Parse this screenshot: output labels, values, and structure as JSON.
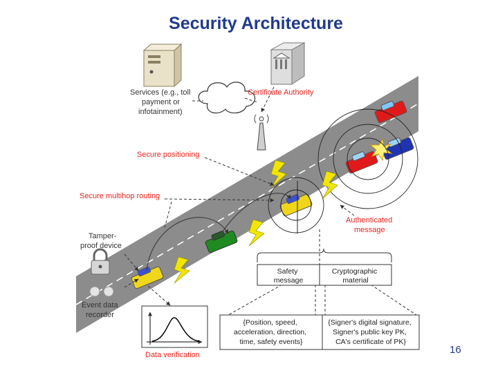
{
  "slide": {
    "title": "Security Architecture",
    "page_number": "16"
  },
  "labels": {
    "services": [
      "Services (e.g., toll",
      "payment or",
      "infotainment)"
    ],
    "certificate_authority": "Certificate Authority",
    "secure_positioning": "Secure positioning",
    "secure_multihop_routing": "Secure multihop routing",
    "tamper_proof_device": [
      "Tamper-",
      "proof device"
    ],
    "event_data_recorder": [
      "Event data",
      "recorder"
    ],
    "authenticated_message": [
      "Authenticated",
      "message"
    ],
    "data_verification": "Data verification"
  },
  "message_structure": {
    "safety_message": [
      "Safety",
      "message"
    ],
    "cryptographic_material": [
      "Cryptographic",
      "material"
    ],
    "safety_details": [
      "{Position, speed,",
      "acceleration, direction,",
      "time, safety events}"
    ],
    "crypto_details": [
      "{Signer's digital signature,",
      "Signer's public key PK,",
      "CA's certificate of PK}"
    ]
  },
  "colors": {
    "title": "#1f3a8a",
    "label_red": "#e8241c",
    "road": "#8a8a8a",
    "lightning": "#f2e600"
  },
  "icons": [
    "server-icon",
    "bank-building-icon",
    "cloud-icon",
    "antenna-icon",
    "padlock-icon",
    "graph-icon",
    "car-icon",
    "lightning-icon"
  ]
}
